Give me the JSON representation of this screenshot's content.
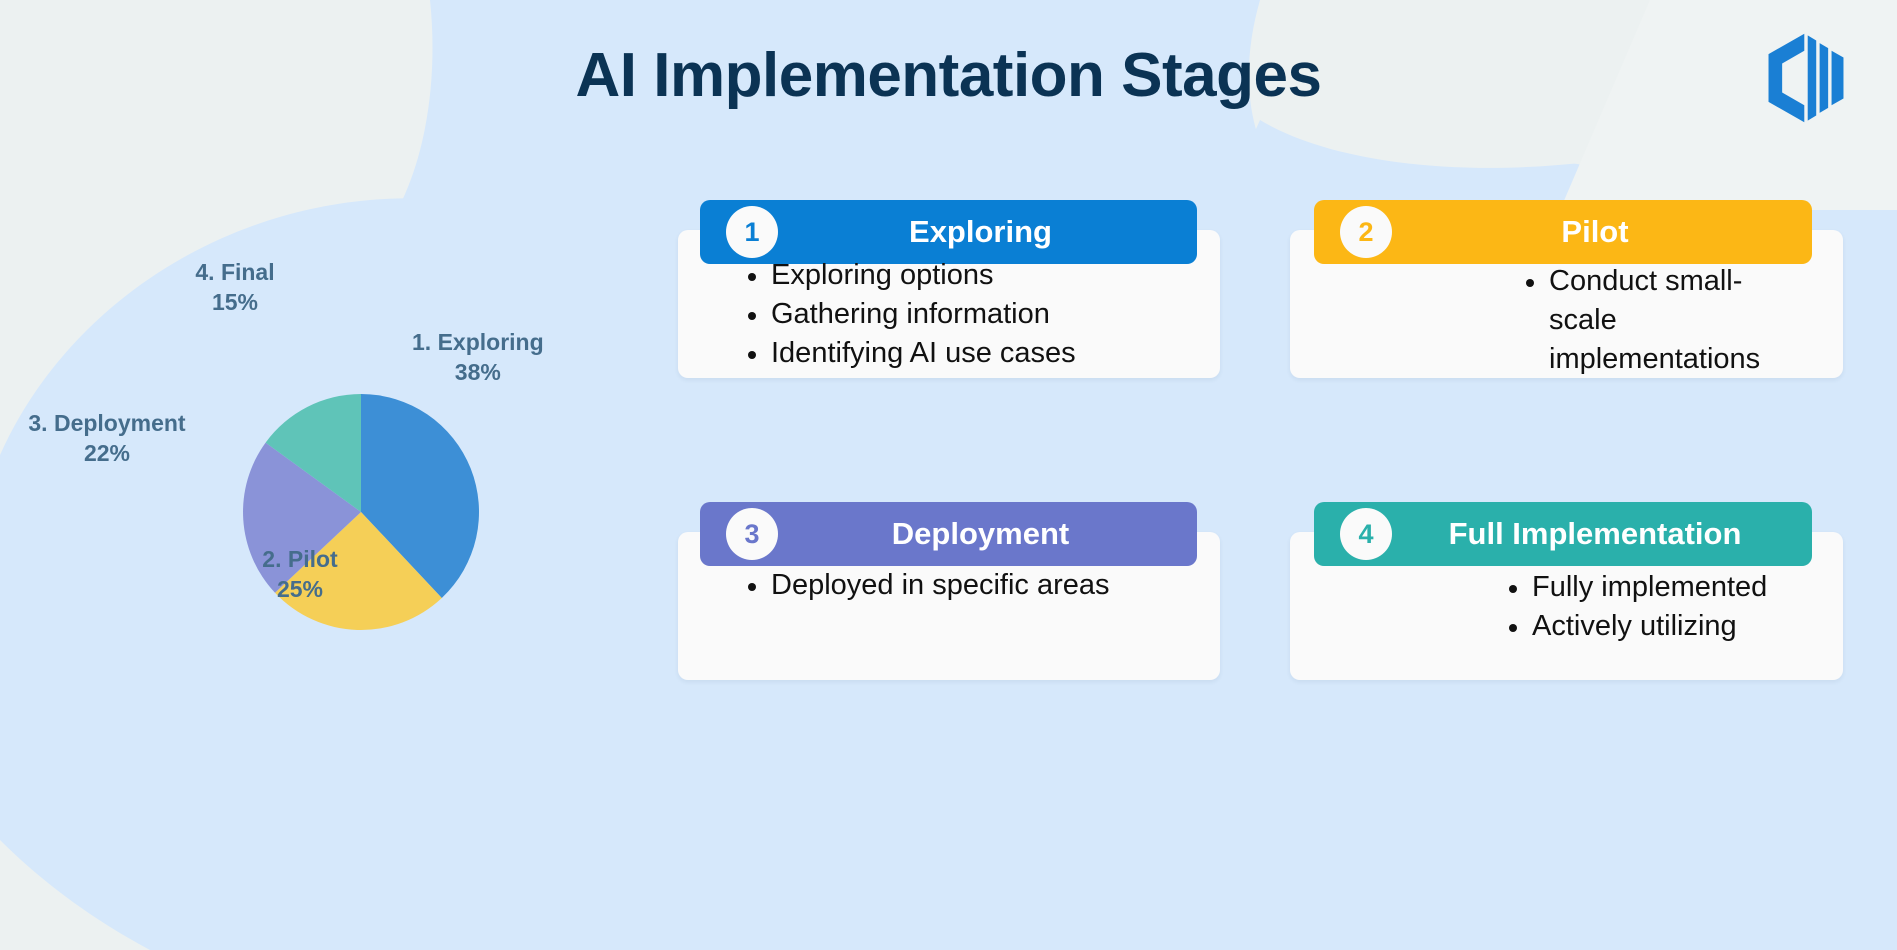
{
  "page": {
    "title": "AI Implementation Stages",
    "background_base": "#ecf1f1",
    "background_blob": "#d6e8fb",
    "title_color": "#0b3354"
  },
  "logo": {
    "name": "hexagon-brand-logo",
    "color": "#1a7fd4"
  },
  "chart_data": {
    "type": "pie",
    "title": "",
    "labels": [
      "1. Exploring",
      "2. Pilot",
      "3. Deployment",
      "4. Final"
    ],
    "values": [
      38,
      25,
      22,
      15
    ],
    "value_suffix": "%",
    "colors": [
      "#3d8fd6",
      "#f5cf57",
      "#8a93d8",
      "#5fc4b8"
    ],
    "label_color": "#456d8c",
    "legend": "outside-labels",
    "slices": [
      {
        "label": "1. Exploring",
        "pct_text": "38%",
        "value": 38,
        "color": "#3d8fd6"
      },
      {
        "label": "2. Pilot",
        "pct_text": "25%",
        "value": 25,
        "color": "#f5cf57"
      },
      {
        "label": "3. Deployment",
        "pct_text": "22%",
        "value": 22,
        "color": "#8a93d8"
      },
      {
        "label": "4. Final",
        "pct_text": "15%",
        "value": 15,
        "color": "#5fc4b8"
      }
    ]
  },
  "cards": [
    {
      "number": "1",
      "title": "Exploring",
      "color": "#0a7fd4",
      "items": [
        "Exploring options",
        "Gathering information",
        "Identifying AI use cases"
      ]
    },
    {
      "number": "2",
      "title": "Pilot",
      "color": "#fcb715",
      "items": [
        "Conduct small-scale implementations"
      ]
    },
    {
      "number": "3",
      "title": "Deployment",
      "color": "#6a77cb",
      "items": [
        "Deployed in specific areas"
      ]
    },
    {
      "number": "4",
      "title": "Full Implementation",
      "color": "#2ab0ab",
      "items": [
        "Fully implemented",
        "Actively utilizing"
      ]
    }
  ]
}
